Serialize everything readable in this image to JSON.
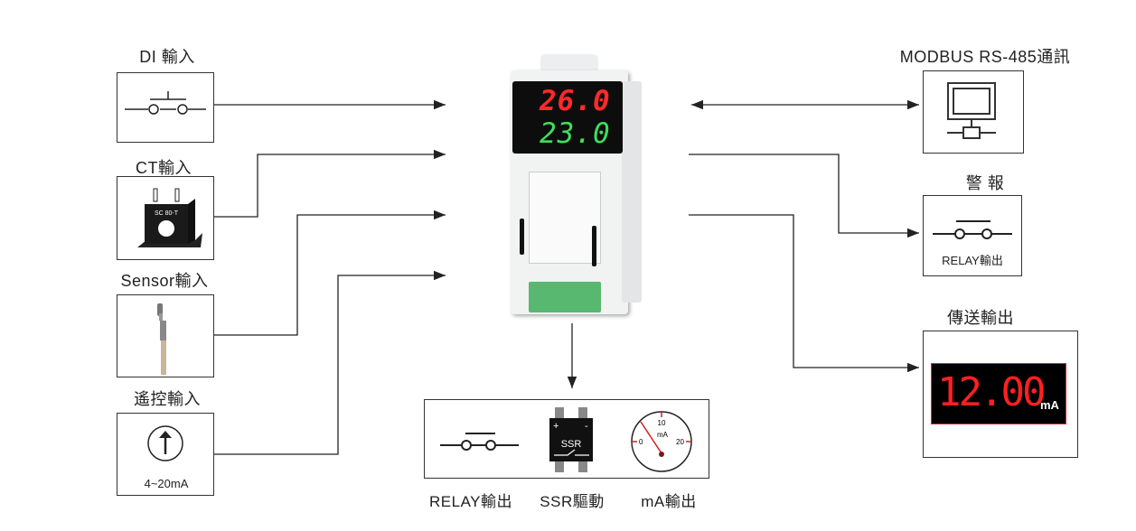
{
  "inputs": {
    "di": {
      "label": "DI 輸入"
    },
    "ct": {
      "label": "CT輸入",
      "icon_text": "SC 80-T"
    },
    "sensor": {
      "label": "Sensor輸入"
    },
    "remote": {
      "label": "遙控輸入",
      "range": "4~20mA"
    }
  },
  "device": {
    "pv": "26.0",
    "sv": "23.0",
    "pv_color": "#ff2a2a",
    "sv_color": "#3ee05a"
  },
  "outputs": {
    "modbus": {
      "label": "MODBUS  RS-485通訊"
    },
    "alarm": {
      "label": "警 報",
      "sub": "RELAY輸出"
    },
    "transmit": {
      "label": "傳送輸出",
      "value": "12.00",
      "unit": "mA"
    },
    "control": {
      "relay": "RELAY輸出",
      "ssr": "SSR驅動",
      "ma": "mA輸出",
      "ssr_text": "SSR",
      "ssr_plus": "+",
      "ssr_minus": "-",
      "gauge": {
        "min": "0",
        "mid": "10",
        "max": "20",
        "unit": "mA"
      }
    }
  }
}
